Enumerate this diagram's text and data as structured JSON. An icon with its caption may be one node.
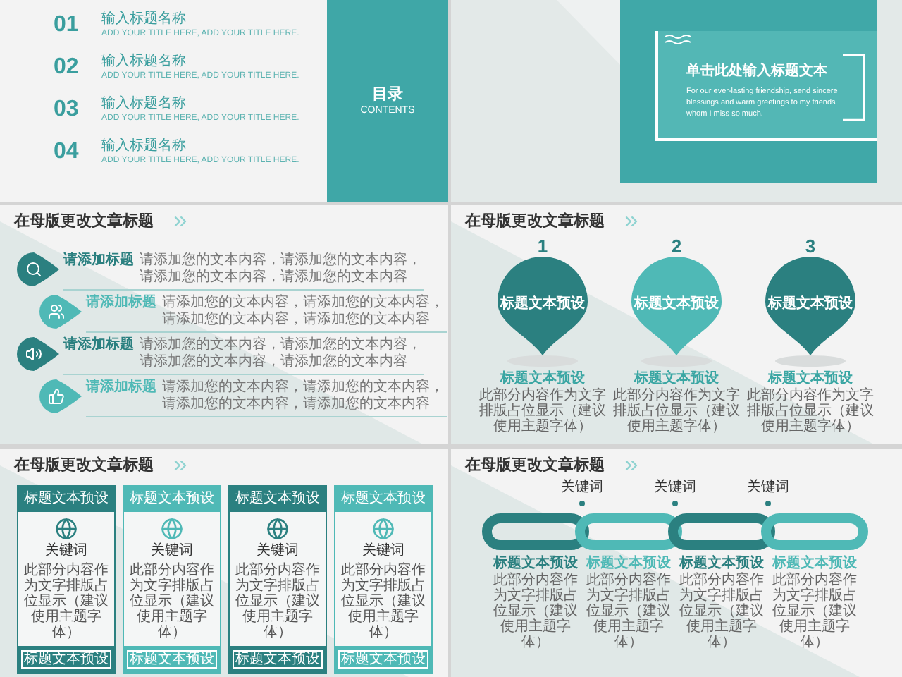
{
  "diagram": {
    "nodes": [
      {
        "text": [],
        "shape": "box"
      },
      {
        "text": [
          "目录",
          "CONTENTS"
        ],
        "in": 0
      },
      {
        "text": [],
        "shape": "box"
      },
      {
        "text": [],
        "shape": "box",
        "in": 2
      },
      {
        "text": [
          "单击此处输入标题文本",
          "For our ever-lasting friendship, send sincere blessings and warm greetings to my friends whom I miss so much."
        ],
        "in": 3
      },
      {
        "text": [
          "在母版更改文章标题"
        ]
      },
      {
        "text": [],
        "shape": "drop",
        "in": 5,
        "beside": [
          "请添加标题",
          "请添加您的文本内容，请添加您的文本内容，请添加您的文本内容，请添加您的文本内容"
        ]
      },
      {
        "text": [],
        "shape": "drop",
        "in": 5,
        "beside": [
          "请添加标题",
          "请添加您的文本内容，请添加您的文本内容，请添加您的文本内容，请添加您的文本内容"
        ]
      },
      {
        "text": [],
        "shape": "drop",
        "in": 5,
        "beside": [
          "请添加标题",
          "请添加您的文本内容，请添加您的文本内容，请添加您的文本内容，请添加您的文本内容"
        ]
      },
      {
        "text": [],
        "shape": "drop",
        "in": 5,
        "beside": [
          "请添加标题",
          "请添加您的文本内容，请添加您的文本内容，请添加您的文本内容，请添加您的文本内容"
        ]
      },
      {
        "text": [
          "在母版更改文章标题"
        ]
      },
      {
        "text": [
          "标题文本预设"
        ],
        "in": 10,
        "beside": [
          "1",
          "标题文本预设",
          "此部分内容作为文字排版占位显示（建议使用主题字体）"
        ]
      },
      {
        "text": [
          "标题文本预设"
        ],
        "in": 10,
        "beside": [
          "2",
          "标题文本预设",
          "此部分内容作为文字排版占位显示（建议使用主题字体）"
        ]
      },
      {
        "text": [
          "标题文本预设"
        ],
        "in": 10,
        "beside": [
          "3",
          "标题文本预设",
          "此部分内容作为文字排版占位显示（建议使用主题字体）"
        ]
      },
      {
        "text": [
          "在母版更改文章标题"
        ]
      },
      {
        "text": [
          "标题文本预设",
          "关键词",
          "此部分内容作为文字排版占位显示（建议使用主题字体）",
          "标题文本预设"
        ],
        "in": 14
      },
      {
        "text": [
          "标题文本预设",
          "关键词",
          "此部分内容作为文字排版占位显示（建议使用主题字体）",
          "标题文本预设"
        ],
        "in": 14
      },
      {
        "text": [
          "标题文本预设",
          "关键词",
          "此部分内容作为文字排版占位显示（建议使用主题字体）",
          "标题文本预设"
        ],
        "in": 14
      },
      {
        "text": [
          "标题文本预设",
          "关键词",
          "此部分内容作为文字排版占位显示（建议使用主题字体）",
          "标题文本预设"
        ],
        "in": 14
      },
      {
        "text": [
          "在母版更改文章标题"
        ]
      },
      {
        "text": [],
        "shape": "ring",
        "in": 19,
        "beside": [
          "标题文本预设",
          "此部分内容作为文字排版占位显示（建议使用主题字体）"
        ]
      },
      {
        "text": [],
        "shape": "ring",
        "in": 19,
        "beside": [
          "标题文本预设",
          "此部分内容作为文字排版占位显示（建议使用主题字体）"
        ]
      },
      {
        "text": [],
        "shape": "ring",
        "in": 19,
        "beside": [
          "标题文本预设",
          "此部分内容作为文字排版占位显示（建议使用主题字体）"
        ]
      },
      {
        "text": [],
        "shape": "ring",
        "in": 19,
        "beside": [
          "标题文本预设",
          "此部分内容作为文字排版占位显示（建议使用主题字体）"
        ]
      }
    ],
    "labels": [
      "01",
      "输入标题名称",
      "ADD YOUR TITLE HERE, ADD YOUR TITLE HERE.",
      "02",
      "输入标题名称",
      "ADD YOUR TITLE HERE, ADD YOUR TITLE HERE.",
      "03",
      "输入标题名称",
      "ADD YOUR TITLE HERE, ADD YOUR TITLE HERE.",
      "04",
      "输入标题名称",
      "ADD YOUR TITLE HERE, ADD YOUR TITLE HERE.",
      "关键词",
      "关键词",
      "关键词"
    ]
  }
}
